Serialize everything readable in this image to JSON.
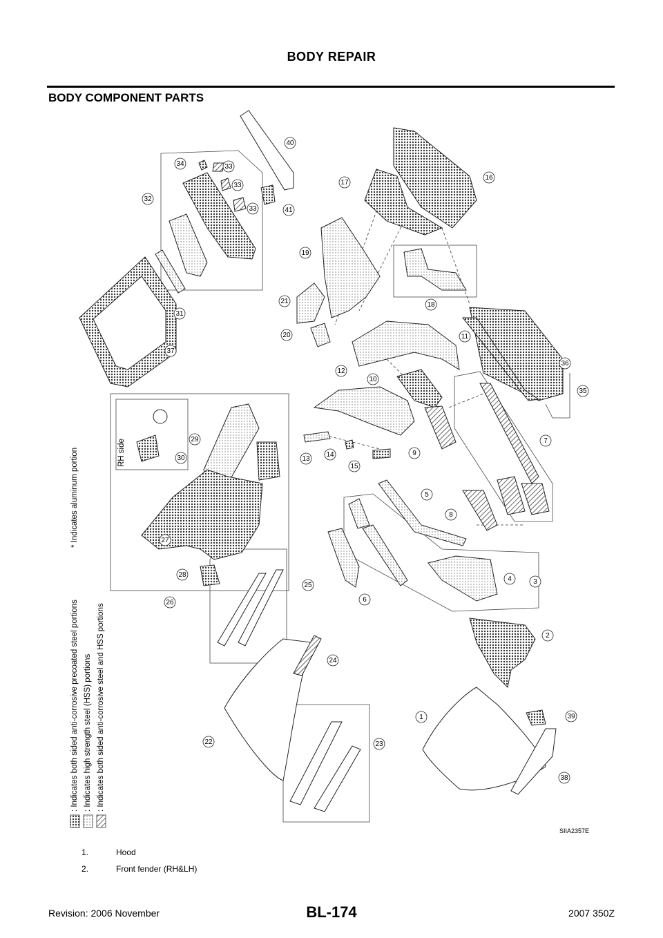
{
  "header": {
    "title": "BODY REPAIR"
  },
  "section": {
    "title": "BODY COMPONENT PARTS"
  },
  "diagram": {
    "figure_id": "SIIA2357E",
    "inset_label": "RH side",
    "callouts": [
      "1",
      "2",
      "3",
      "4",
      "5",
      "6",
      "7",
      "8",
      "9",
      "10",
      "11",
      "12",
      "13",
      "14",
      "15",
      "16",
      "17",
      "18",
      "19",
      "20",
      "21",
      "22",
      "23",
      "24",
      "25",
      "26",
      "27",
      "28",
      "29",
      "30",
      "31",
      "32",
      "33",
      "33",
      "34",
      "35",
      "36",
      "37",
      "38",
      "39",
      "40",
      "41"
    ]
  },
  "legend": {
    "items": [
      ": Indicates both sided anti-corrosive precoated steel portions",
      ": Indicates high strength steel (HSS) portions",
      ": Indicates both sided anti-corrosive steel and HSS portions"
    ],
    "aluminum_note": "* Indicates aluminum portion"
  },
  "parts": [
    {
      "num": "1.",
      "name": "Hood"
    },
    {
      "num": "2.",
      "name": "Front fender (RH&LH)"
    }
  ],
  "footer": {
    "revision": "Revision: 2006 November",
    "page": "BL-174",
    "model": "2007 350Z"
  }
}
